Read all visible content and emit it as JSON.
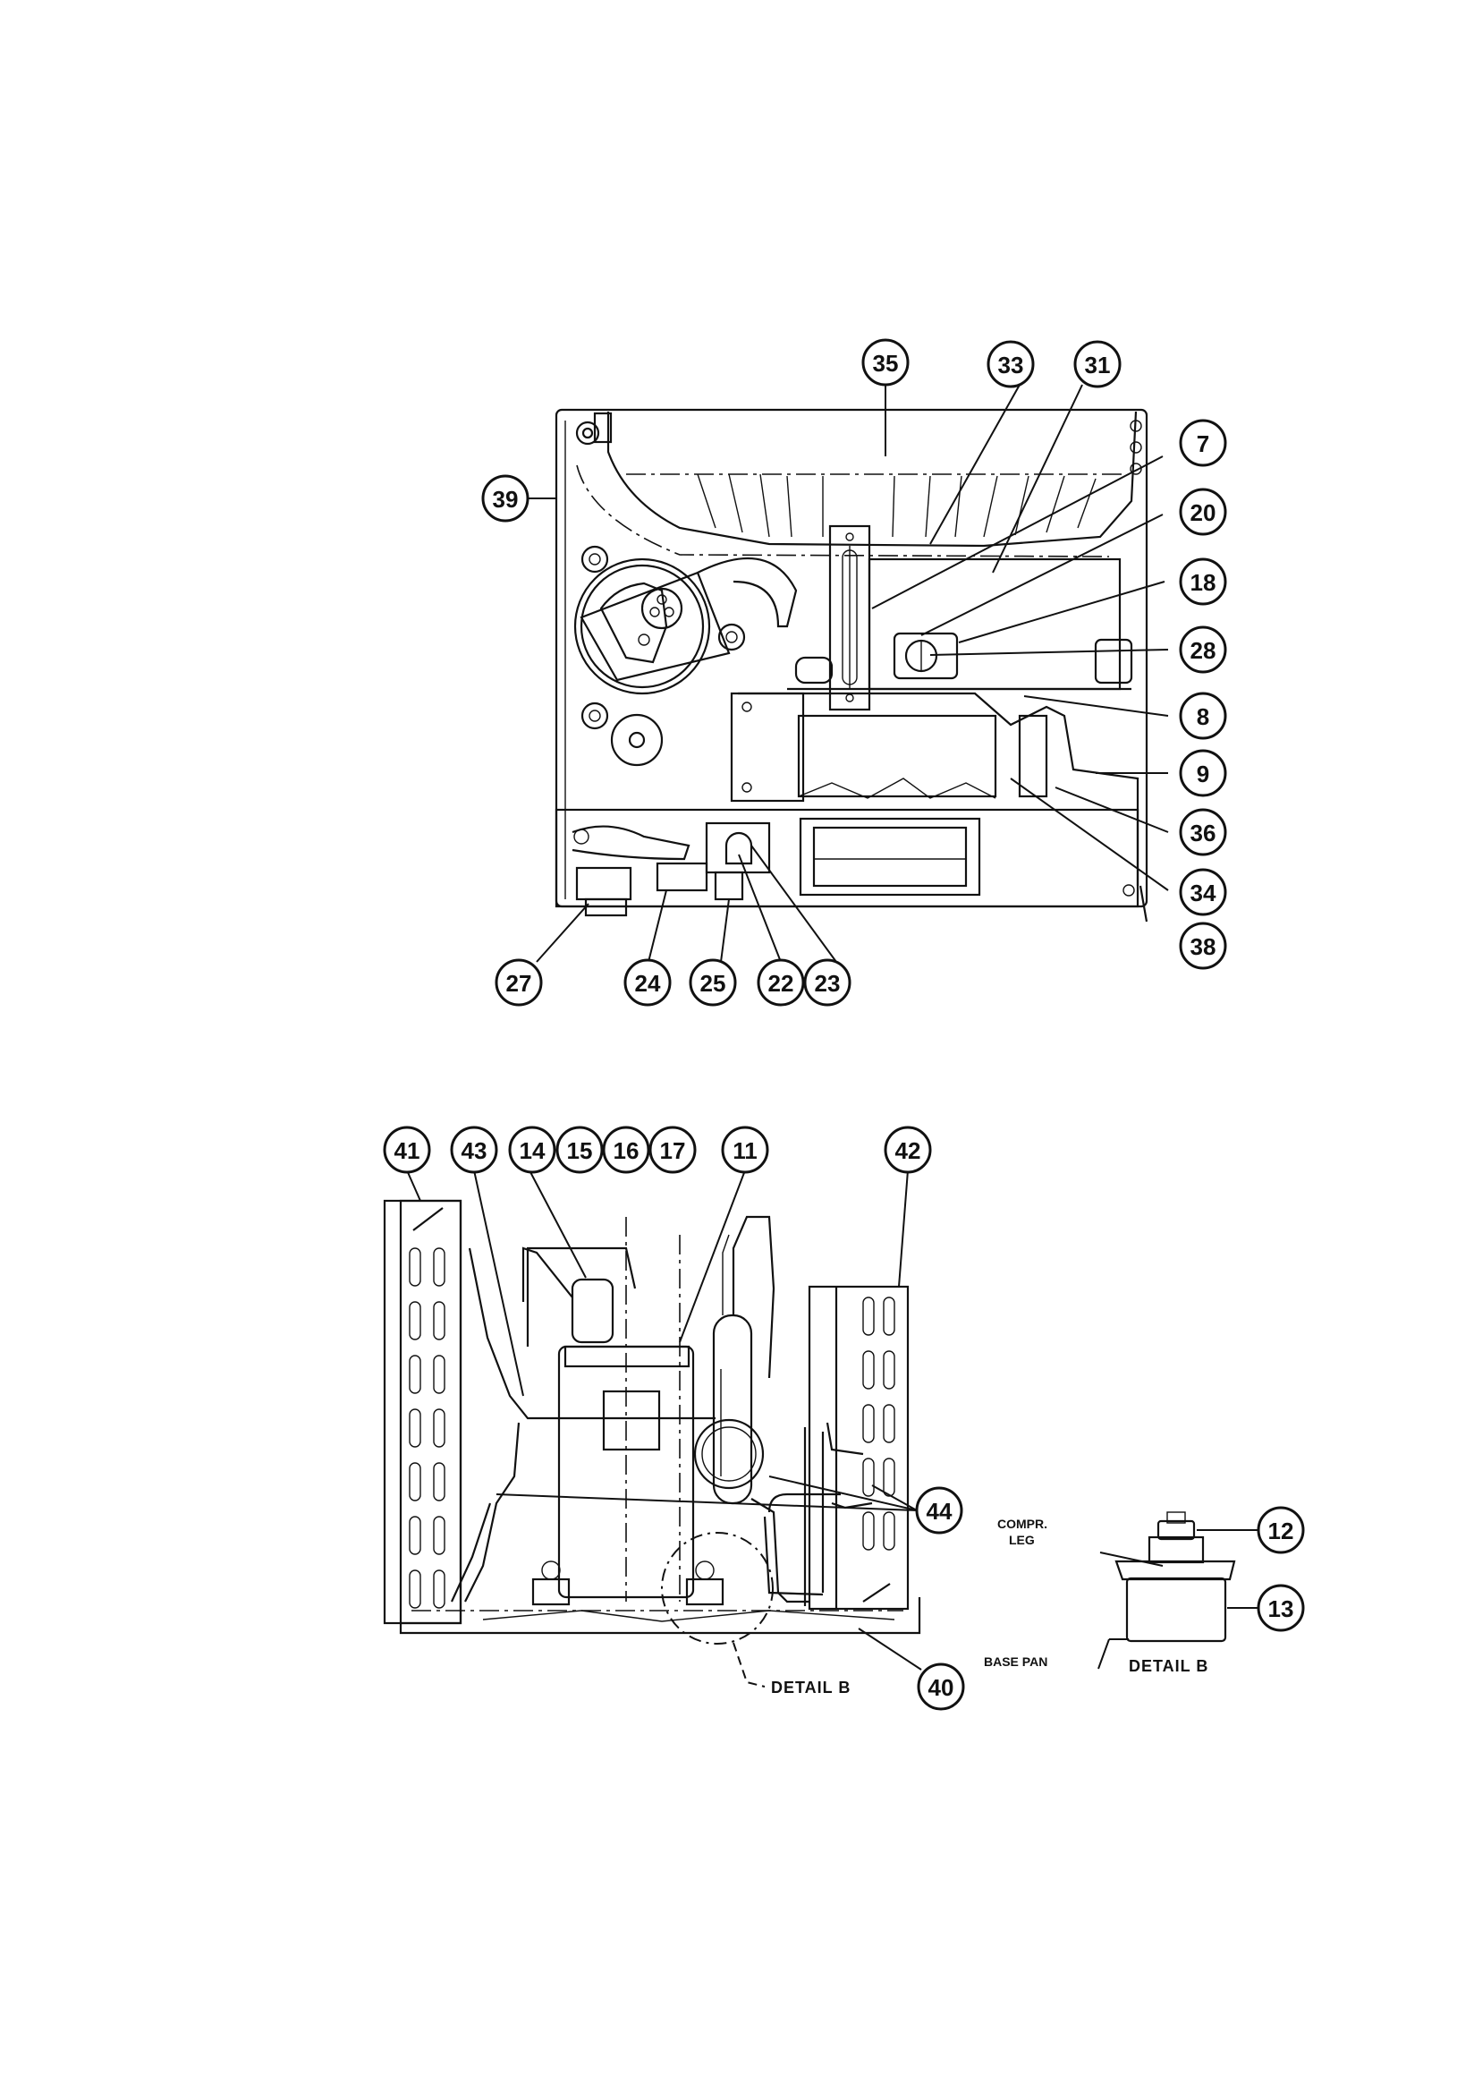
{
  "upper_view": {
    "callouts": [
      "35",
      "33",
      "31",
      "7",
      "20",
      "18",
      "28",
      "8",
      "9",
      "36",
      "34",
      "38",
      "39",
      "27",
      "24",
      "25",
      "22",
      "23"
    ]
  },
  "lower_view": {
    "callouts": [
      "41",
      "43",
      "14",
      "15",
      "16",
      "17",
      "11",
      "42",
      "44",
      "40"
    ],
    "detail_ref_label": "DETAIL B"
  },
  "detail_b": {
    "callouts": [
      "12",
      "13"
    ],
    "label_compr_leg_1": "COMPR.",
    "label_compr_leg_2": "LEG",
    "label_base_pan": "BASE PAN",
    "title": "DETAIL B"
  }
}
